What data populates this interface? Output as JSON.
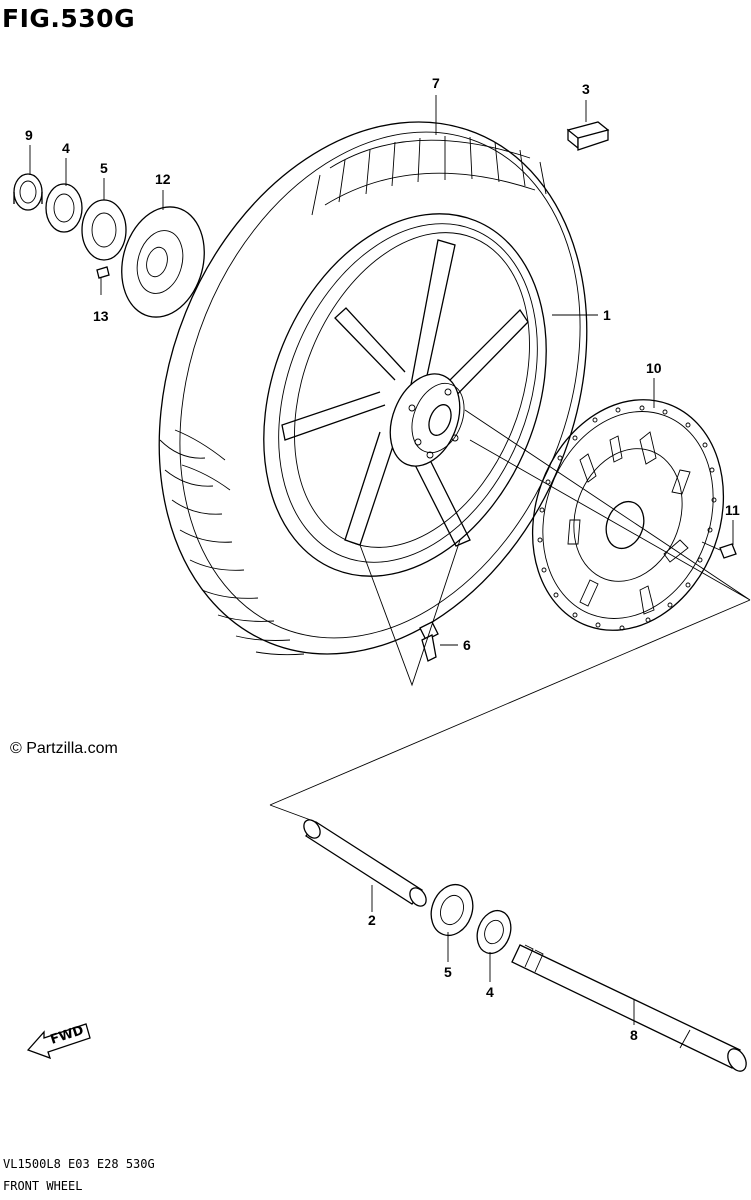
{
  "figure": {
    "title": "FIG.530G",
    "copyright": "© Partzilla.com",
    "model_code": "VL1500L8 E03 E28 530G",
    "section_name": "FRONT WHEEL",
    "fwd_label": "FWD"
  },
  "callouts": [
    {
      "id": "1",
      "label": "1"
    },
    {
      "id": "2",
      "label": "2"
    },
    {
      "id": "3",
      "label": "3"
    },
    {
      "id": "4a",
      "label": "4"
    },
    {
      "id": "4b",
      "label": "4"
    },
    {
      "id": "5a",
      "label": "5"
    },
    {
      "id": "5b",
      "label": "5"
    },
    {
      "id": "6",
      "label": "6"
    },
    {
      "id": "7",
      "label": "7"
    },
    {
      "id": "8",
      "label": "8"
    },
    {
      "id": "9",
      "label": "9"
    },
    {
      "id": "10",
      "label": "10"
    },
    {
      "id": "11",
      "label": "11"
    },
    {
      "id": "12",
      "label": "12"
    },
    {
      "id": "13",
      "label": "13"
    }
  ]
}
